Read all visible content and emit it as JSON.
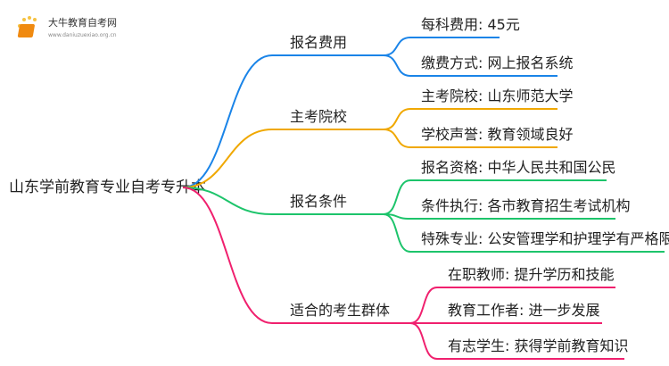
{
  "logo": {
    "name": "大牛教育自考网",
    "url": "www.daniuzuexiao.org.cn"
  },
  "root": "山东学前教育专业自考专升本",
  "colors": {
    "blue": "#1a84e8",
    "orange": "#f0a800",
    "green": "#1dc46b",
    "pink": "#f0206e"
  },
  "branches": [
    {
      "label": "报名费用",
      "children": [
        "每科费用: 45元",
        "缴费方式: 网上报名系统"
      ]
    },
    {
      "label": "主考院校",
      "children": [
        "主考院校: 山东师范大学",
        "学校声誉: 教育领域良好"
      ]
    },
    {
      "label": "报名条件",
      "children": [
        "报名资格: 中华人民共和国公民",
        "条件执行: 各市教育招生考试机构",
        "特殊专业: 公安管理学和护理学有严格限制"
      ]
    },
    {
      "label": "适合的考生群体",
      "children": [
        "在职教师: 提升学历和技能",
        "教育工作者: 进一步发展",
        "有志学生: 获得学前教育知识"
      ]
    }
  ]
}
